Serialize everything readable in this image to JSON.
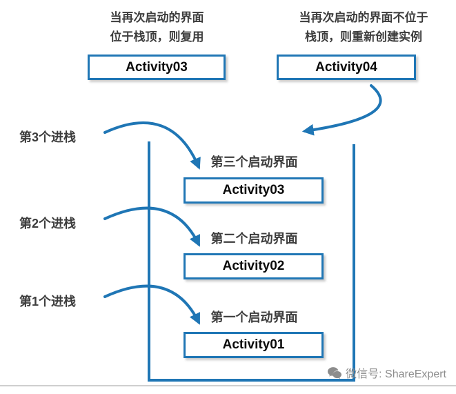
{
  "top_left": {
    "caption_line1": "当再次启动的界面",
    "caption_line2": "位于栈顶，则复用",
    "box_label": "Activity03"
  },
  "top_right": {
    "caption_line1": "当再次启动的界面不位于",
    "caption_line2": "栈顶，则重新创建实例",
    "box_label": "Activity04"
  },
  "stack": {
    "entries": [
      {
        "caption": "第三个启动界面",
        "box_label": "Activity03",
        "push_label": "第3个进栈"
      },
      {
        "caption": "第二个启动界面",
        "box_label": "Activity02",
        "push_label": "第2个进栈"
      },
      {
        "caption": "第一个启动界面",
        "box_label": "Activity01",
        "push_label": "第1个进栈"
      }
    ]
  },
  "footer": {
    "watermark": "微信号: ShareExpert"
  },
  "colors": {
    "accent_blue": "#1F76B5",
    "text_dark": "#3d3d3d",
    "watermark_gray": "#8c8c8c"
  }
}
